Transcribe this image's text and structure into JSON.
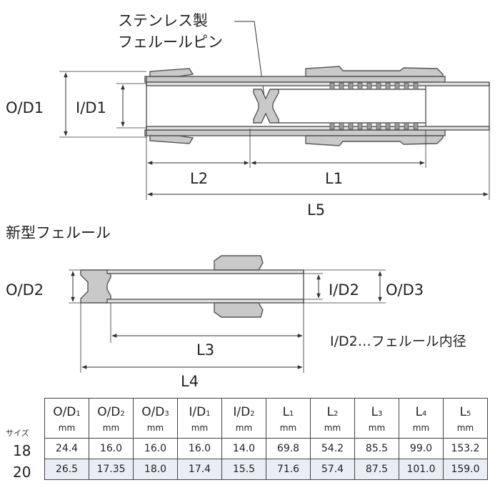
{
  "callout": {
    "line1": "ステンレス製",
    "line2": "フェルールピン"
  },
  "top_fitting": {
    "od_label": "O/D1",
    "id_label": "I/D1",
    "l1_label": "L1",
    "l2_label": "L2",
    "l5_label": "L5"
  },
  "section_title": "新型フェルール",
  "ferrule": {
    "od2_label": "O/D2",
    "id2_label": "I/D2",
    "od3_label": "O/D3",
    "l3_label": "L3",
    "l4_label": "L4",
    "note": "I/D2…フェルール内径"
  },
  "table": {
    "size_label": "サイズ",
    "headers": [
      {
        "main": "O/D",
        "sub": "1",
        "unit": "mm"
      },
      {
        "main": "O/D",
        "sub": "2",
        "unit": "mm"
      },
      {
        "main": "O/D",
        "sub": "3",
        "unit": "mm"
      },
      {
        "main": "I/D",
        "sub": "1",
        "unit": "mm"
      },
      {
        "main": "I/D",
        "sub": "2",
        "unit": "mm"
      },
      {
        "main": "L",
        "sub": "1",
        "unit": "mm"
      },
      {
        "main": "L",
        "sub": "2",
        "unit": "mm"
      },
      {
        "main": "L",
        "sub": "3",
        "unit": "mm"
      },
      {
        "main": "L",
        "sub": "4",
        "unit": "mm"
      },
      {
        "main": "L",
        "sub": "5",
        "unit": "mm"
      }
    ],
    "rows": [
      {
        "size": "18",
        "values": [
          "24.4",
          "16.0",
          "16.0",
          "16.0",
          "14.0",
          "69.8",
          "54.2",
          "85.5",
          "99.0",
          "153.2"
        ]
      },
      {
        "size": "20",
        "values": [
          "26.5",
          "17.35",
          "18.0",
          "17.4",
          "15.5",
          "71.6",
          "57.4",
          "87.5",
          "101.0",
          "159.0"
        ]
      }
    ]
  },
  "colors": {
    "part_fill": "#c9c9c9",
    "part_stroke": "#555555",
    "row_highlight": "#e9eef6"
  }
}
